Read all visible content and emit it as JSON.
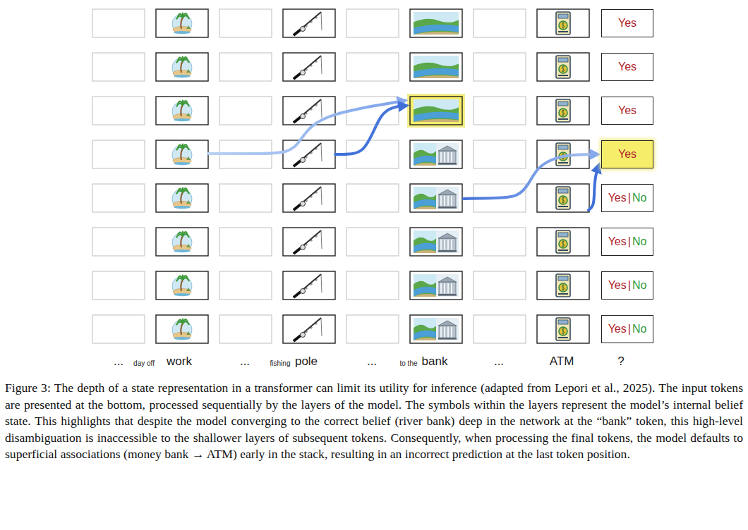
{
  "diagram": {
    "caption": "Figure 3: The depth of a state representation in a transformer can limit its utility for inference (adapted from Lepori et al., 2025). The input tokens are presented at the bottom, processed sequentially by the layers of the model. The symbols within the layers represent the model’s internal belief state. This highlights that despite the model converging to the correct belief (river bank) deep in the network at the “bank” token, this high-level disambiguation is inaccessible to the shallower layers of subsequent tokens. Consequently, when processing the final tokens, the model defaults to superficial associations (money bank → ATM) early in the stack, resulting in an incorrect prediction at the last token position.",
    "nodes": [
      {
        "text": [
          "Yes"
        ]
      },
      {
        "text": [
          "Yes"
        ]
      },
      {
        "text": [
          "Yes"
        ]
      },
      {
        "text": [
          "Yes"
        ]
      },
      {
        "text": [
          "Yes",
          "|",
          "No"
        ]
      },
      {
        "text": [
          "Yes",
          "|",
          "No"
        ]
      },
      {
        "text": [
          "Yes",
          "|",
          "No"
        ]
      },
      {
        "text": [
          "Yes",
          "|",
          "No"
        ]
      }
    ],
    "labels": [
      "...",
      "day off",
      "work",
      "...",
      "fishing",
      "pole",
      "...",
      "to the",
      "bank",
      "...",
      "ATM",
      "?"
    ]
  }
}
